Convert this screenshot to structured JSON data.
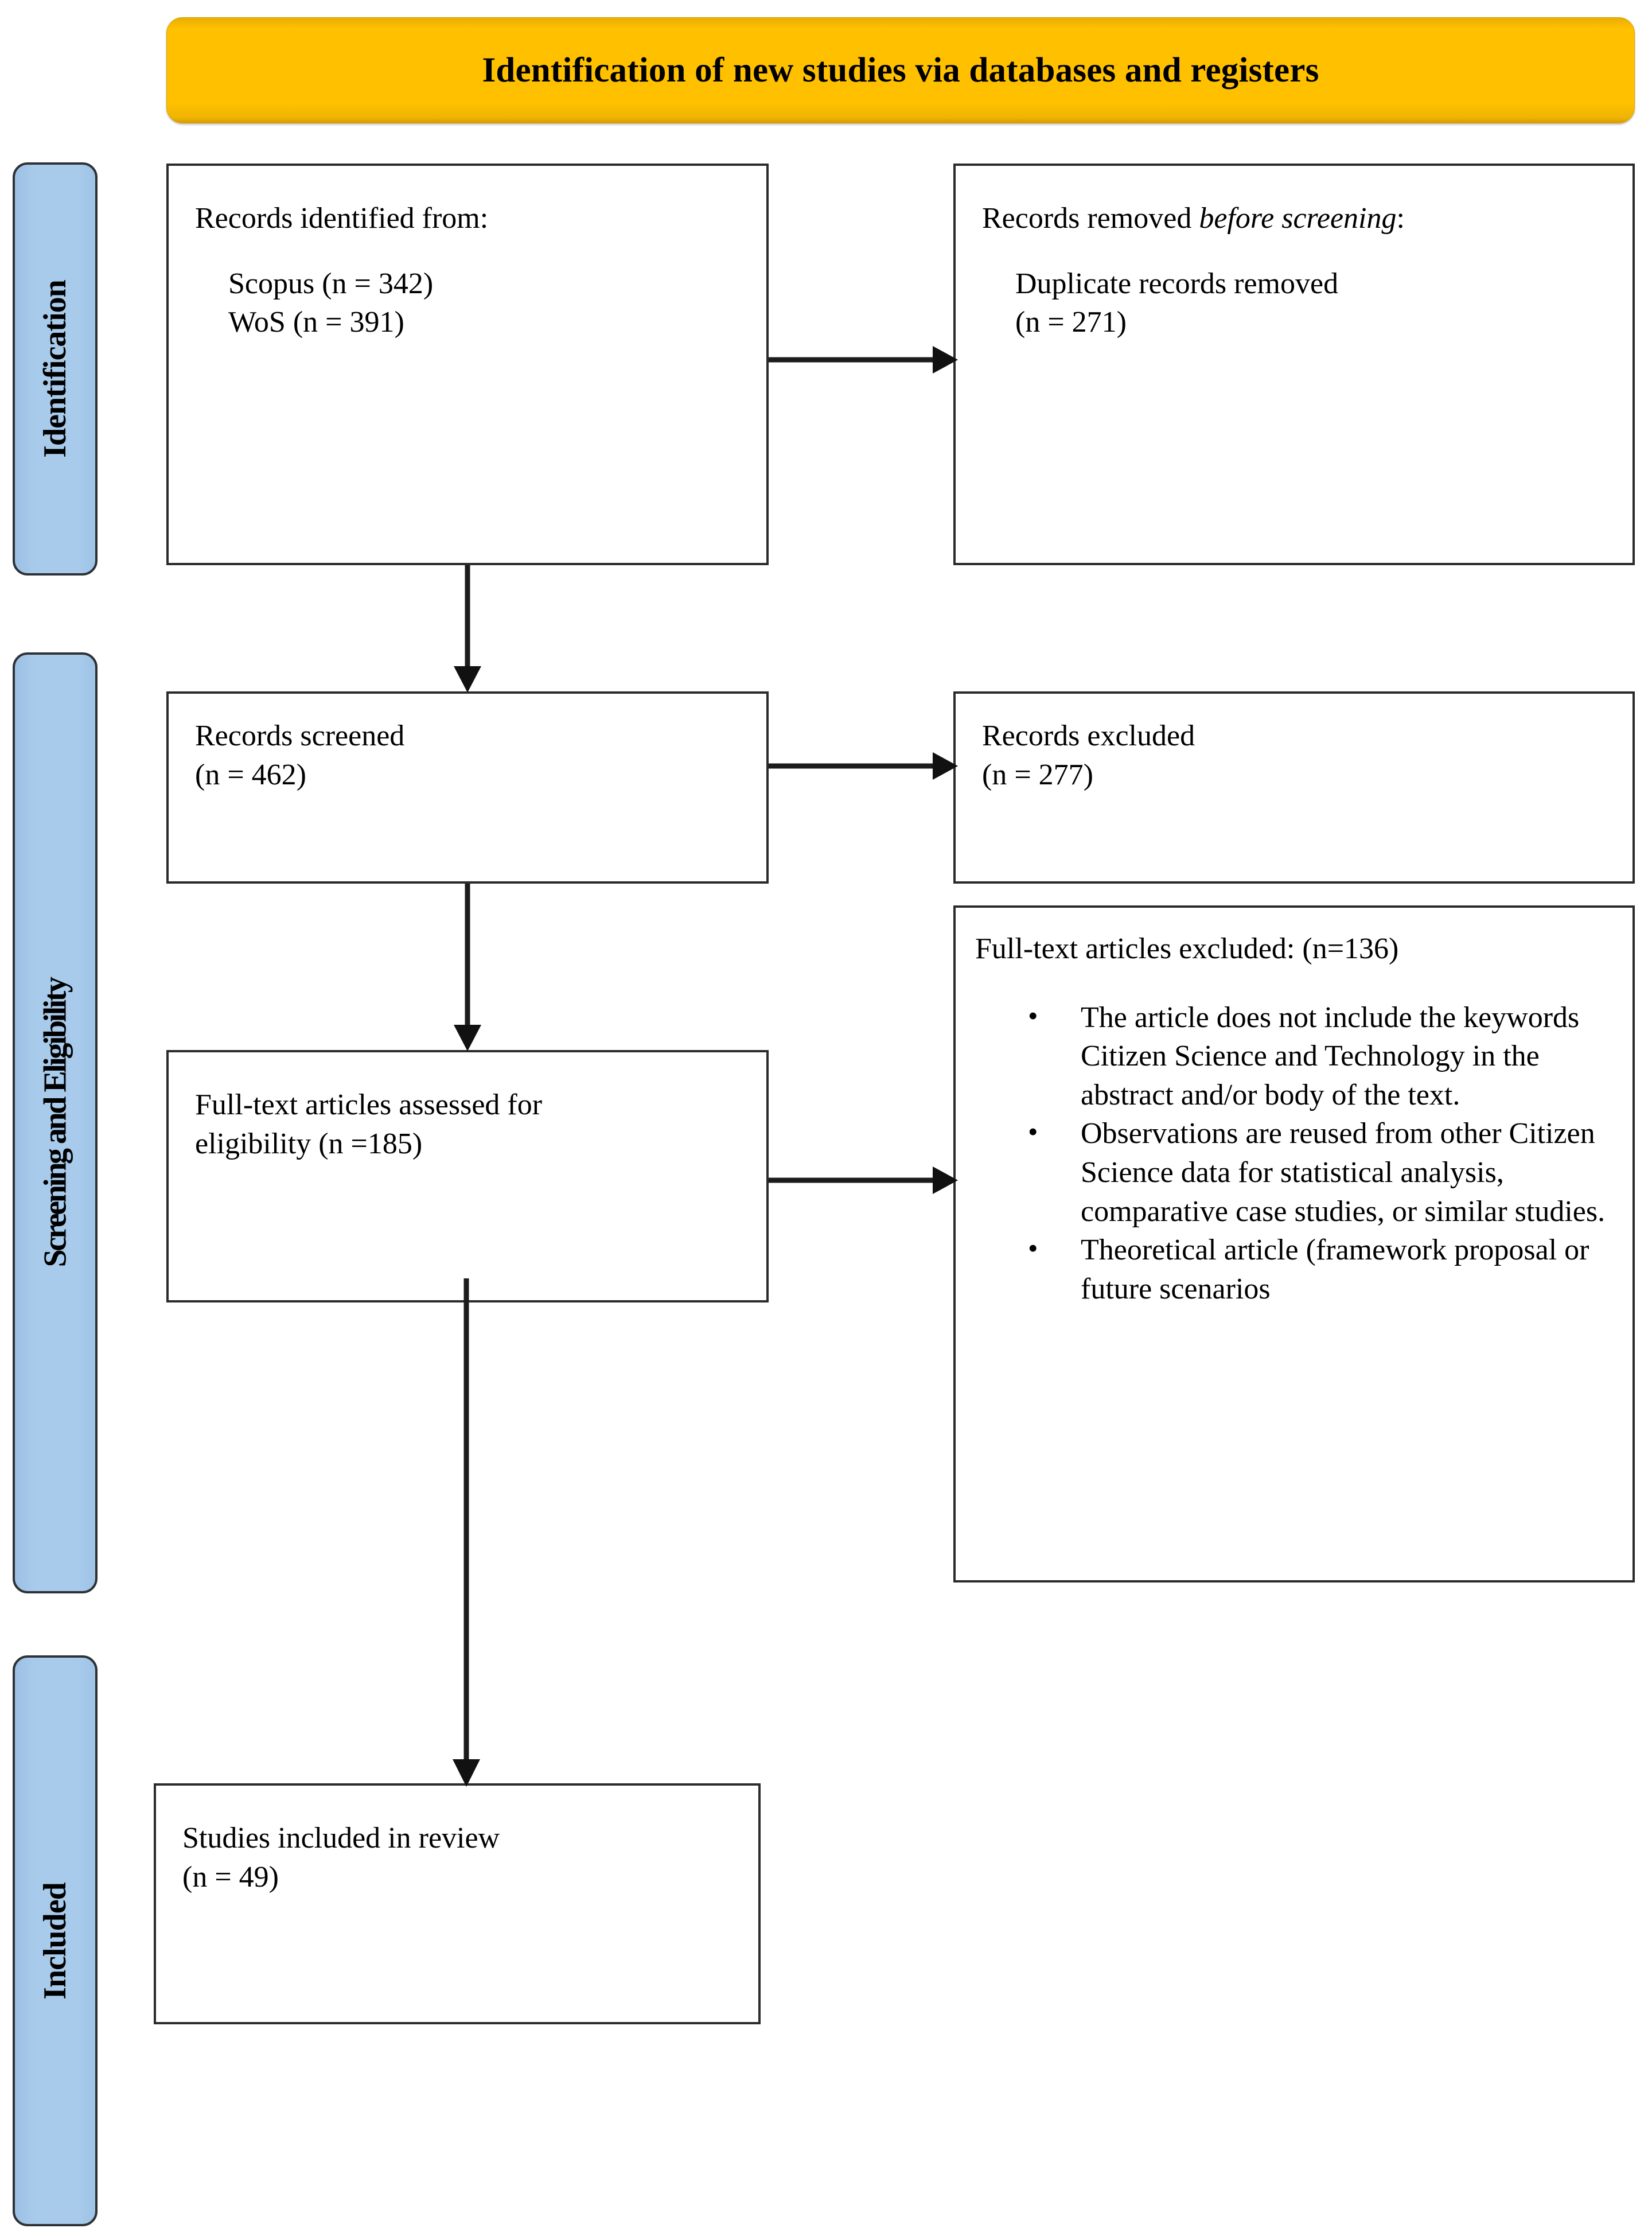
{
  "header": {
    "title": "Identification of new studies via databases and registers",
    "background_color": "#FFC000"
  },
  "stages": [
    {
      "id": "identification",
      "label": "Identification",
      "color": "#A8CBEB"
    },
    {
      "id": "screening-eligibility",
      "label": "Screening and Eligibility",
      "color": "#A8CBEB"
    },
    {
      "id": "included",
      "label": "Included",
      "color": "#A8CBEB"
    }
  ],
  "nodes": {
    "records_identified": {
      "heading": "Records identified from:",
      "items": [
        "Scopus (n = 342)",
        "WoS (n = 391)"
      ]
    },
    "records_removed": {
      "heading_prefix": "Records removed ",
      "heading_italic": "before screening",
      "heading_suffix": ":",
      "items": [
        "Duplicate records removed",
        "(n = 271)"
      ]
    },
    "records_screened": {
      "line1": "Records screened",
      "line2": "(n = 462)"
    },
    "records_excluded": {
      "line1": "Records excluded",
      "line2": "(n = 277)"
    },
    "fulltext_assessed": {
      "line1": "Full-text articles assessed for",
      "line2": "eligibility (n =185)"
    },
    "fulltext_excluded": {
      "heading": "Full-text articles excluded: (n=136)",
      "bullets": [
        "The article does not include the keywords Citizen Science and Technology in the abstract and/or body of the text.",
        "Observations are reused from other Citizen Science data for statistical analysis, comparative case studies, or similar studies.",
        "Theoretical article (framework proposal or future scenarios"
      ]
    },
    "studies_included": {
      "line1": "Studies included in review",
      "line2": "(n = 49)"
    }
  },
  "connectors": [
    {
      "id": "identified-to-removed",
      "type": "arrow-right"
    },
    {
      "id": "identified-to-screened",
      "type": "arrow-down"
    },
    {
      "id": "screened-to-excluded",
      "type": "arrow-right"
    },
    {
      "id": "screened-to-fulltext",
      "type": "arrow-down"
    },
    {
      "id": "fulltext-to-excluded",
      "type": "arrow-right"
    },
    {
      "id": "fulltext-to-included",
      "type": "arrow-down"
    }
  ]
}
